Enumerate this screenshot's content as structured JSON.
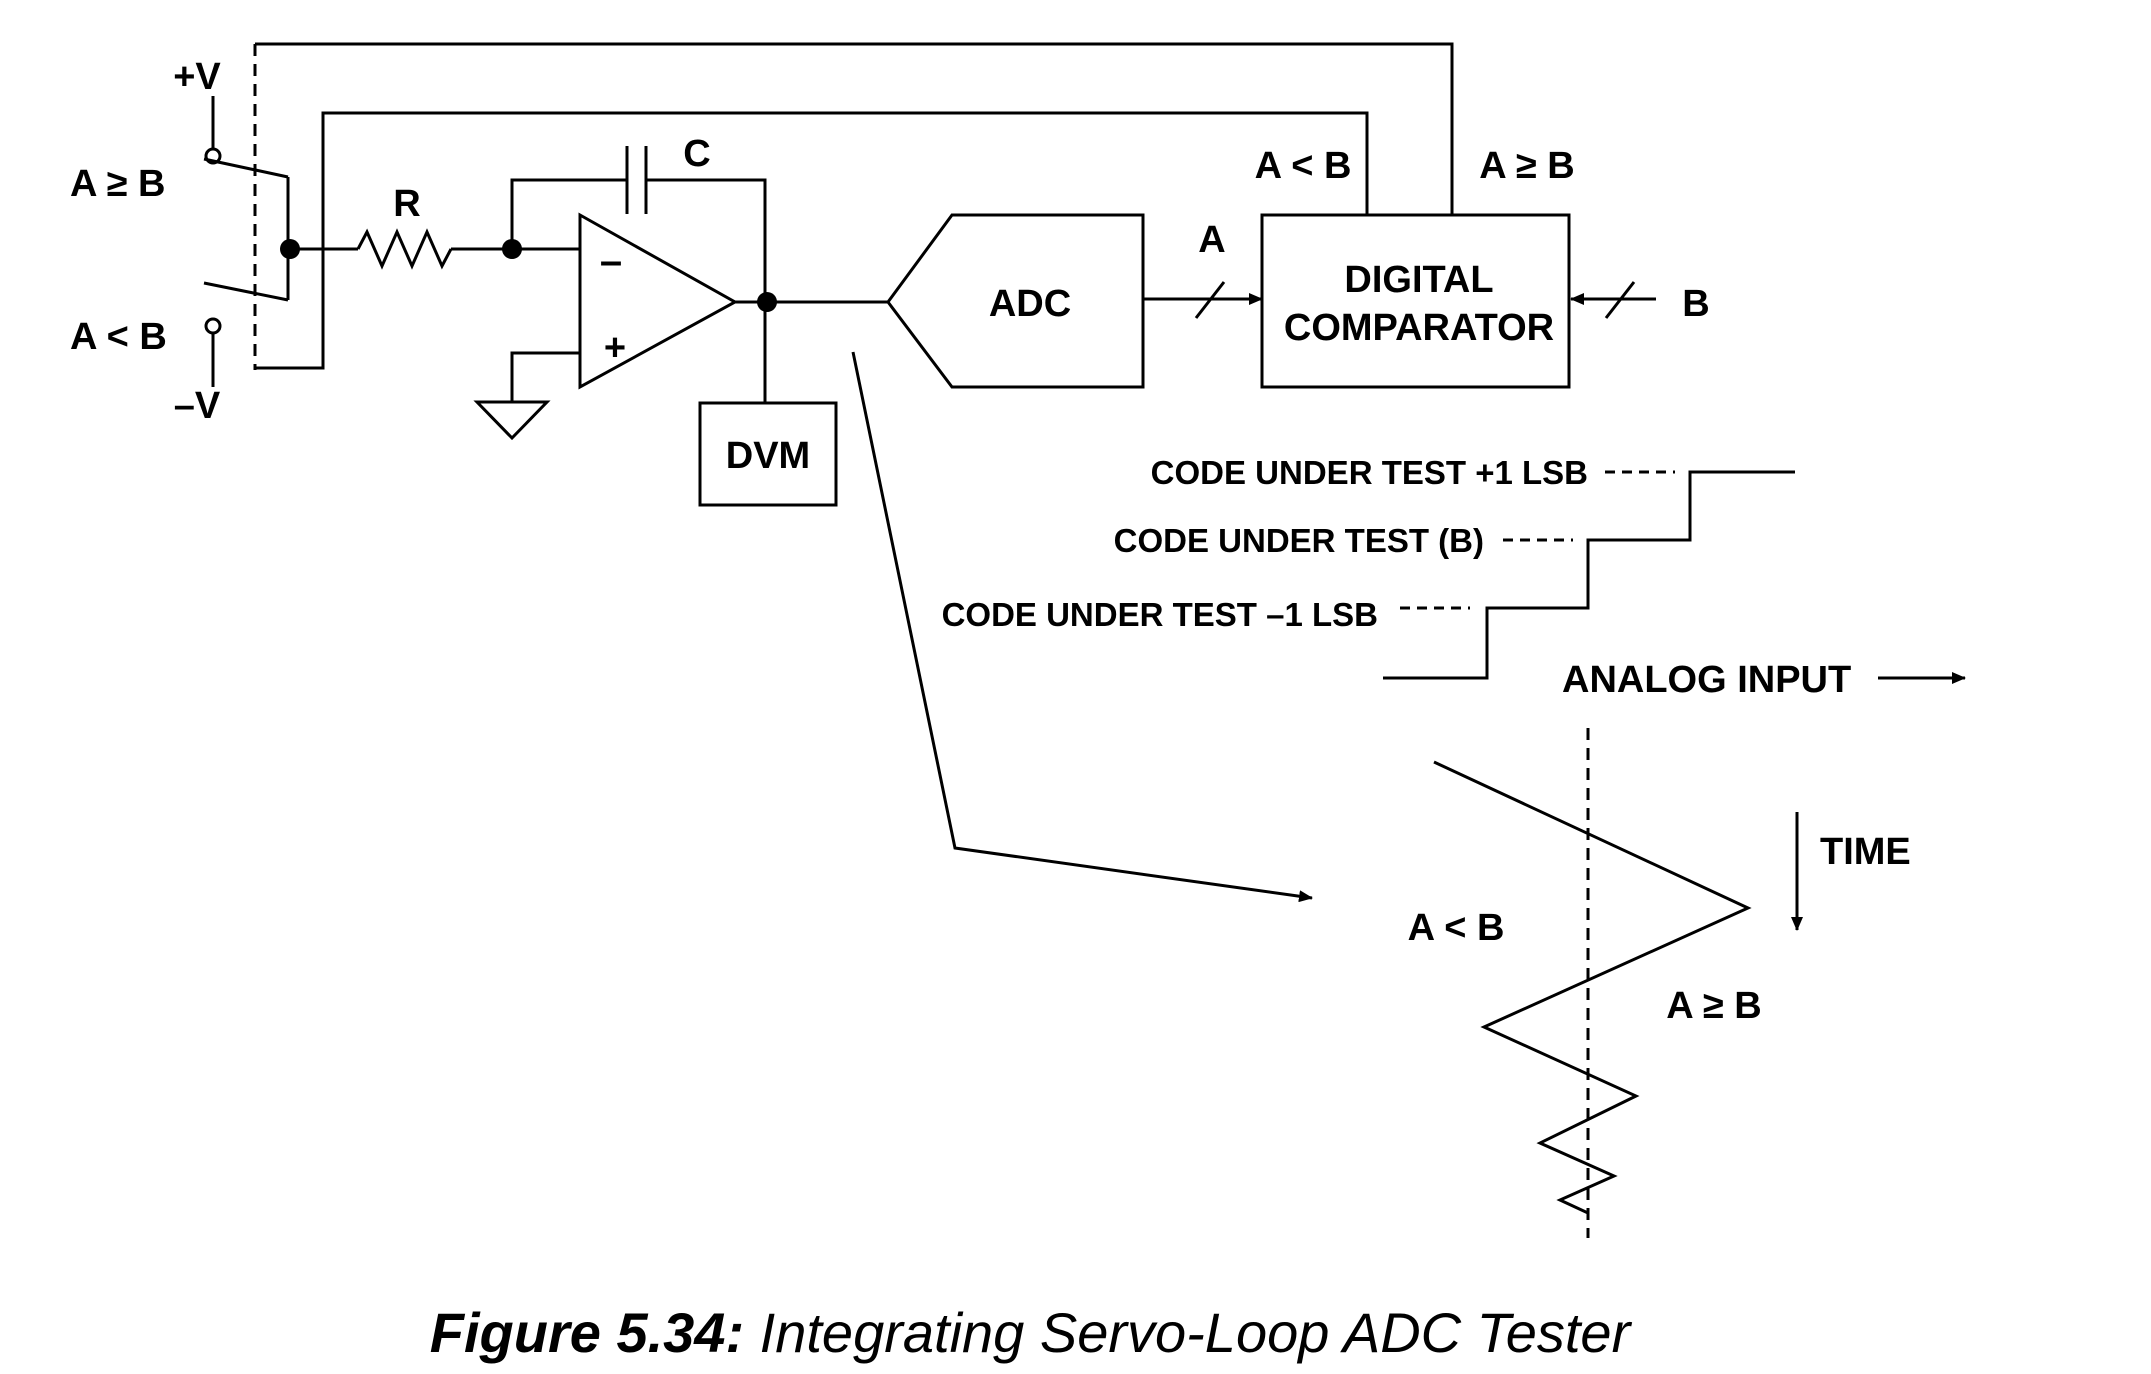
{
  "labels": {
    "plus_v": "+V",
    "minus_v": "–V",
    "switch_top": "A ≥ B",
    "switch_bottom": "A < B",
    "resistor": "R",
    "capacitor": "C",
    "opamp_minus": "–",
    "opamp_plus": "+",
    "dvm": "DVM",
    "adc": "ADC",
    "adc_output": "A",
    "comparator_line1": "DIGITAL",
    "comparator_line2": "COMPARATOR",
    "comparator_lt": "A < B",
    "comparator_ge": "A ≥ B",
    "comparator_b": "B",
    "code_plus": "CODE UNDER TEST +1 LSB",
    "code_b": "CODE UNDER TEST (B)",
    "code_minus": "CODE UNDER TEST –1 LSB",
    "analog_input": "ANALOG INPUT",
    "time": "TIME",
    "region_lt": "A < B",
    "region_ge": "A ≥ B"
  },
  "caption": {
    "number": "Figure 5.34:",
    "title": "Integrating Servo-Loop ADC Tester"
  }
}
